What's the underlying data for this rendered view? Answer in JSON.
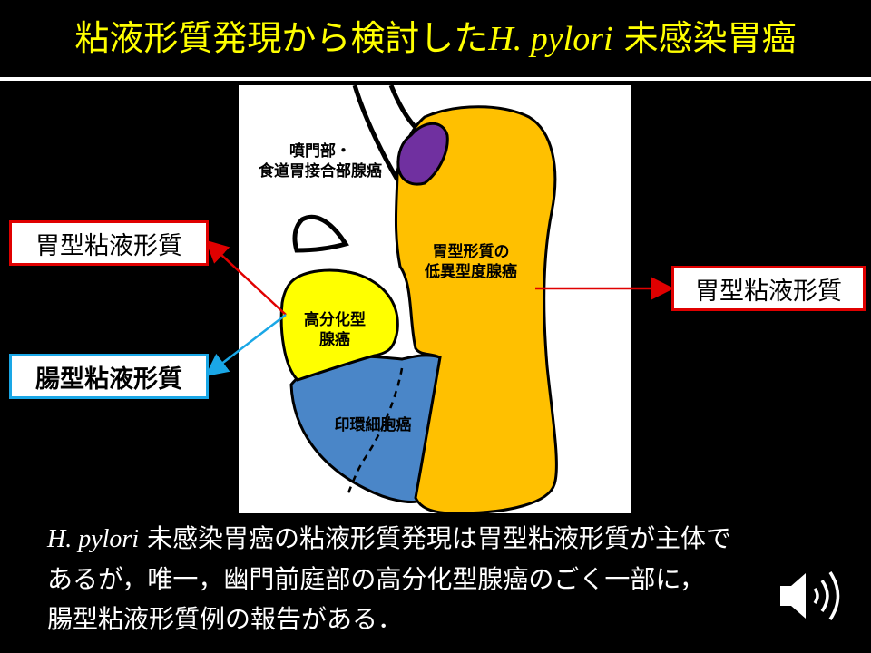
{
  "title": {
    "prefix": "粘液形質発現から検討した",
    "italic": "H. pylori",
    "suffix": " 未感染胃癌"
  },
  "diagram": {
    "region_cardia": [
      "噴門部・",
      "食道胃接合部腺癌"
    ],
    "region_gastric_type": [
      "胃型形質の",
      "低異型度腺癌"
    ],
    "region_well_diff": [
      "高分化型",
      "腺癌"
    ],
    "region_signet_ring": "印環細胞癌"
  },
  "labels": {
    "left_top": "胃型粘液形質",
    "left_bottom": "腸型粘液形質",
    "right": "胃型粘液形質"
  },
  "colors": {
    "title": "#ffff00",
    "stomach": "#ffc000",
    "cardia": "#7030a0",
    "well_diff": "#ffff00",
    "signet_ring": "#4a86c8",
    "gastric_border": "#e00000",
    "intestinal_border": "#1aa7e6"
  },
  "caption": {
    "line1_italic": "H. pylori",
    "line1_rest": " 未感染胃癌の粘液形質発現は胃型粘液形質が主体で",
    "line2": "あるが，唯一，幽門前庭部の高分化型腺癌のごく一部に，",
    "line3": "腸型粘液形質例の報告がある．"
  },
  "icons": {
    "speaker": "speaker-icon"
  }
}
